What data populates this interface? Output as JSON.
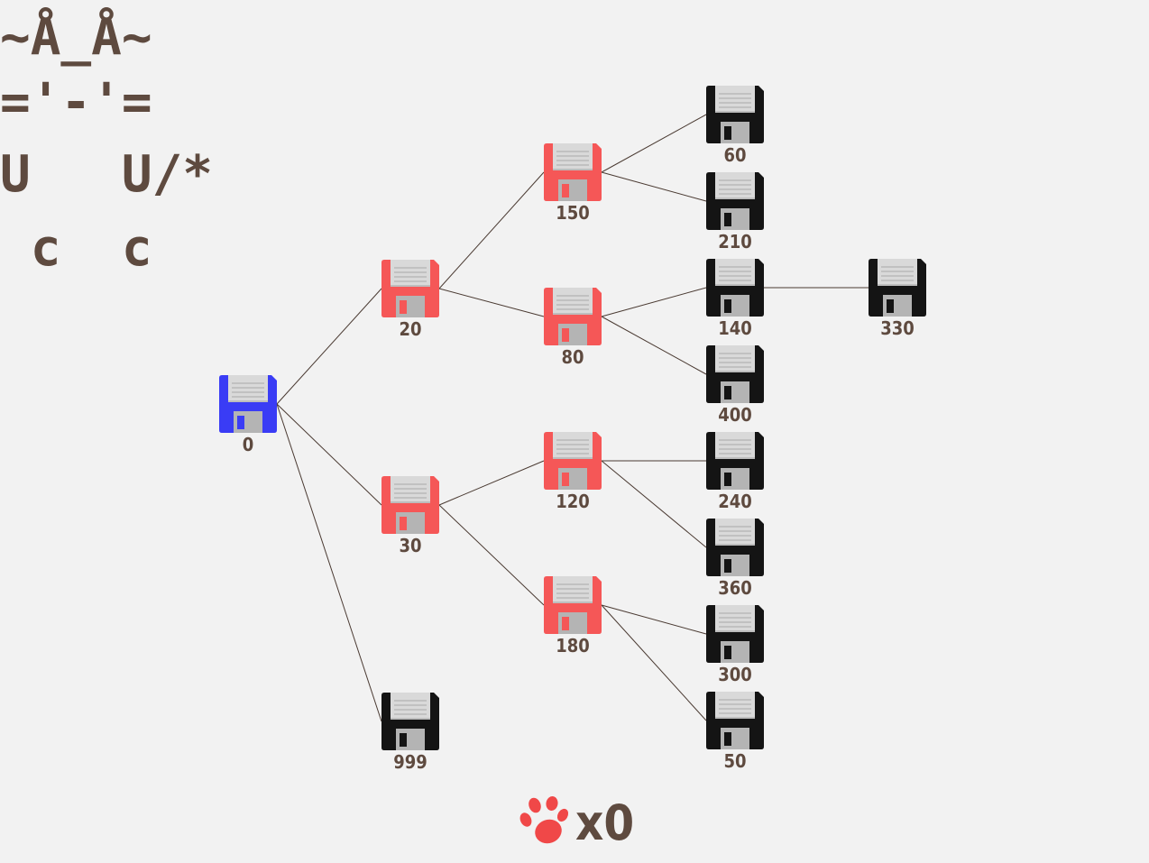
{
  "ascii_cat": {
    "lines": [
      "~Å_Å~",
      "='-'=",
      "U   U/*",
      " c  c"
    ]
  },
  "colors": {
    "root": "#3a3cf5",
    "visited": "#f55757",
    "unvisited": "#141414",
    "label": "#5e4a3f",
    "edge": "#4a3a32",
    "paw": "#f04848"
  },
  "nodes": [
    {
      "id": "n0",
      "label": "0",
      "state": "root"
    },
    {
      "id": "n20",
      "label": "20",
      "state": "visited"
    },
    {
      "id": "n30",
      "label": "30",
      "state": "visited"
    },
    {
      "id": "n999",
      "label": "999",
      "state": "unvisited"
    },
    {
      "id": "n150",
      "label": "150",
      "state": "visited"
    },
    {
      "id": "n80",
      "label": "80",
      "state": "visited"
    },
    {
      "id": "n120",
      "label": "120",
      "state": "visited"
    },
    {
      "id": "n180",
      "label": "180",
      "state": "visited"
    },
    {
      "id": "n60",
      "label": "60",
      "state": "unvisited"
    },
    {
      "id": "n210",
      "label": "210",
      "state": "unvisited"
    },
    {
      "id": "n140",
      "label": "140",
      "state": "unvisited"
    },
    {
      "id": "n400",
      "label": "400",
      "state": "unvisited"
    },
    {
      "id": "n240",
      "label": "240",
      "state": "unvisited"
    },
    {
      "id": "n360",
      "label": "360",
      "state": "unvisited"
    },
    {
      "id": "n300",
      "label": "300",
      "state": "unvisited"
    },
    {
      "id": "n50",
      "label": "50",
      "state": "unvisited"
    },
    {
      "id": "n330",
      "label": "330",
      "state": "unvisited"
    }
  ],
  "edges": [
    [
      "n0",
      "n20"
    ],
    [
      "n0",
      "n30"
    ],
    [
      "n0",
      "n999"
    ],
    [
      "n20",
      "n150"
    ],
    [
      "n20",
      "n80"
    ],
    [
      "n30",
      "n120"
    ],
    [
      "n30",
      "n180"
    ],
    [
      "n150",
      "n60"
    ],
    [
      "n150",
      "n210"
    ],
    [
      "n80",
      "n140"
    ],
    [
      "n80",
      "n400"
    ],
    [
      "n120",
      "n240"
    ],
    [
      "n120",
      "n360"
    ],
    [
      "n180",
      "n300"
    ],
    [
      "n180",
      "n50"
    ],
    [
      "n140",
      "n330"
    ]
  ],
  "counter": {
    "icon": "paw-icon",
    "text": "x0"
  }
}
